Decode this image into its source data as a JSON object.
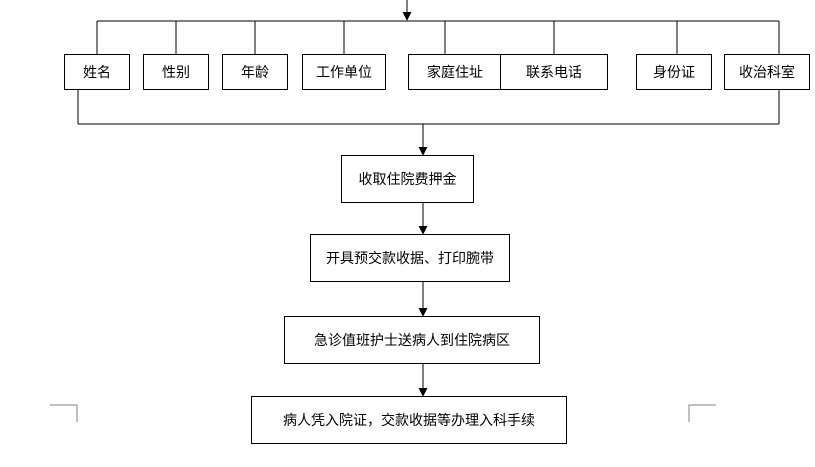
{
  "fields": [
    {
      "id": "name",
      "label": "姓名"
    },
    {
      "id": "gender",
      "label": "性别"
    },
    {
      "id": "age",
      "label": "年龄"
    },
    {
      "id": "workplace",
      "label": "工作单位"
    },
    {
      "id": "home-address",
      "label": "家庭住址"
    },
    {
      "id": "phone",
      "label": "联系电话"
    },
    {
      "id": "id-card",
      "label": "身份证"
    },
    {
      "id": "admitting-department",
      "label": "收治科室"
    }
  ],
  "steps": [
    {
      "id": "collect-deposit",
      "label": "收取住院费押金"
    },
    {
      "id": "issue-receipt",
      "label": "开具预交款收据、打印腕带"
    },
    {
      "id": "nurse-escort",
      "label": "急诊值班护士送病人到住院病区"
    },
    {
      "id": "ward-admission",
      "label": "病人凭入院证，交款收据等办理入科手续"
    }
  ],
  "colors": {
    "line": "#000000",
    "corner_mark": "#808080",
    "background": "#ffffff"
  }
}
